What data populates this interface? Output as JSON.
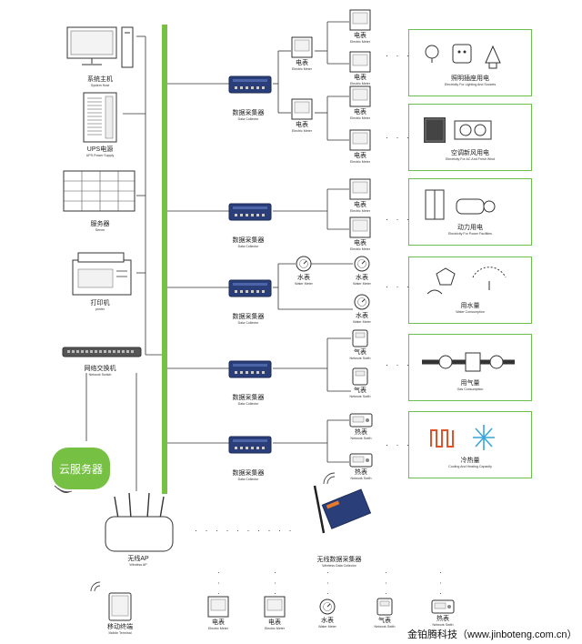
{
  "system_host": {
    "cn": "系统主机",
    "en": "System Host"
  },
  "ups": {
    "cn": "UPS电源",
    "en": "UPS Power Supply"
  },
  "server": {
    "cn": "服务器",
    "en": "Server"
  },
  "printer": {
    "cn": "打印机",
    "en": "printer"
  },
  "network_switch": {
    "cn": "网络交换机",
    "en": "Network Switch"
  },
  "cloud": {
    "label": "云服务器"
  },
  "wireless_ap": {
    "cn": "无线AP",
    "en": "Wireless AP"
  },
  "mobile_terminal": {
    "cn": "移动终端",
    "en": "Mobile Terminal"
  },
  "collector": {
    "cn": "数据采集器",
    "en": "Data Collector"
  },
  "wireless_collector": {
    "cn": "无线数据采集器",
    "en": "Wireless Data Collector"
  },
  "meters": {
    "electric": {
      "cn": "电表",
      "en": "Electric Meter"
    },
    "water": {
      "cn": "水表",
      "en": "Water Meter"
    },
    "gas": {
      "cn": "气表",
      "en": "Network Swith"
    },
    "heat": {
      "cn": "热表",
      "en": "Network Swith"
    }
  },
  "categories": [
    {
      "cn": "照明插座用电",
      "en": "Electricity For Lighting And Sockets"
    },
    {
      "cn": "空调新风用电",
      "en": "Electricity For AC And Fresh Wind"
    },
    {
      "cn": "动力用电",
      "en": "Electricity For Power Facilities"
    },
    {
      "cn": "用水量",
      "en": "Water Consumption"
    },
    {
      "cn": "用气量",
      "en": "Gas Consumption"
    },
    {
      "cn": "冷热量",
      "en": "Cooling And Heating Capacity"
    }
  ],
  "footer": {
    "text": "金铂腾科技（www.jinboteng.com.cn）"
  },
  "colors": {
    "accent": "#76c043",
    "line": "#333333",
    "device": "#2a3f7a"
  }
}
